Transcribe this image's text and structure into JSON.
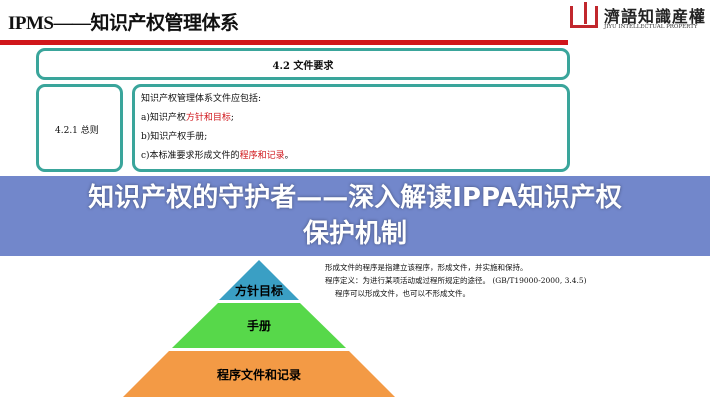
{
  "header": {
    "title": "IPMS——知识产权管理体系"
  },
  "logo": {
    "name_cn": "濟語知識産權",
    "name_en": "JIYU INTELLECTUAL PROPERTY"
  },
  "section": {
    "heading": "4.2  文件要求",
    "sub_label": "4.2.1 总则"
  },
  "content": {
    "intro": "知识产权管理体系文件应包括:",
    "a_prefix": "a)知识产权",
    "a_highlight": "方针和目标",
    "a_suffix": ";",
    "b": "b)知识产权手册;",
    "c_prefix": "c)本标准要求形成文件的",
    "c_highlight": "程序和记录",
    "c_suffix": "。"
  },
  "notes": [
    "形成文件的程序是指建立该程序，形成文件，并实施和保持。",
    "程序定义：为进行某项活动或过程所规定的途径。 (GB/T19000-2000, 3.4.5)",
    "程序可以形成文件，也可以不形成文件。"
  ],
  "pyramid": {
    "tiers": [
      {
        "label": "方针目标",
        "color": "#3a9fc4"
      },
      {
        "label": "手册",
        "color": "#57d84a"
      },
      {
        "label": "程序文件和记录",
        "color": "#f39a45"
      }
    ]
  },
  "banner": {
    "line1": "知识产权的守护者——深入解读IPPA知识产权",
    "line2": "保护机制",
    "color": "#5f76c4"
  }
}
